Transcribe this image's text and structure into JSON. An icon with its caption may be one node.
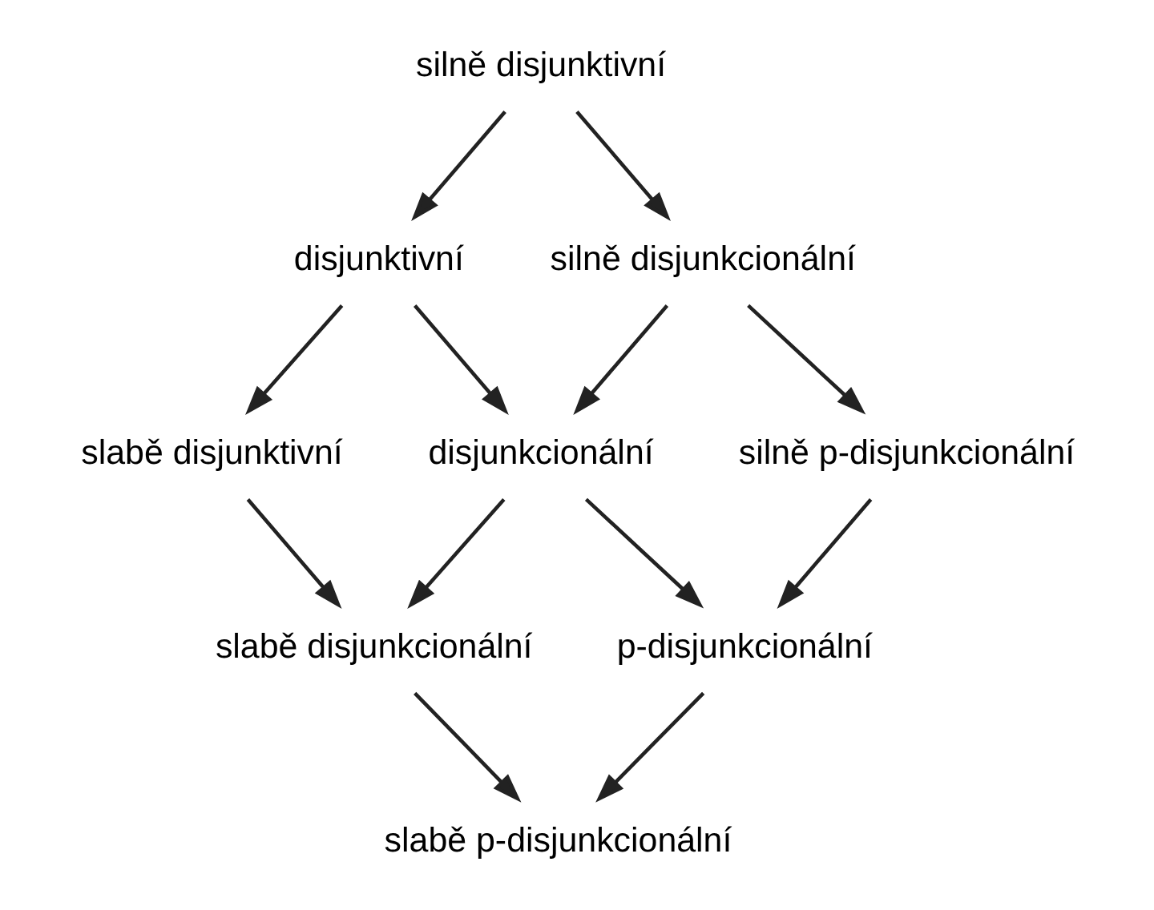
{
  "diagram": {
    "nodes": [
      {
        "text": [
          "silně disjunktivní"
        ]
      },
      {
        "text": [
          "disjunktivní"
        ]
      },
      {
        "text": [
          "silně disjunkcionální"
        ]
      },
      {
        "text": [
          "slabě disjunktivní"
        ]
      },
      {
        "text": [
          "disjunkcionální"
        ]
      },
      {
        "text": [
          "silně p-disjunkcionální"
        ]
      },
      {
        "text": [
          "slabě disjunkcionální"
        ]
      },
      {
        "text": [
          "p-disjunkcionální"
        ]
      },
      {
        "text": [
          "slabě p-disjunkcionální"
        ]
      }
    ],
    "edges": [
      {
        "from": 0,
        "to": 1,
        "arrow": "to"
      },
      {
        "from": 0,
        "to": 2,
        "arrow": "to"
      },
      {
        "from": 1,
        "to": 3,
        "arrow": "to"
      },
      {
        "from": 1,
        "to": 4,
        "arrow": "to"
      },
      {
        "from": 2,
        "to": 4,
        "arrow": "to"
      },
      {
        "from": 2,
        "to": 5,
        "arrow": "to"
      },
      {
        "from": 3,
        "to": 6,
        "arrow": "to"
      },
      {
        "from": 4,
        "to": 6,
        "arrow": "to"
      },
      {
        "from": 4,
        "to": 7,
        "arrow": "to"
      },
      {
        "from": 5,
        "to": 7,
        "arrow": "to"
      },
      {
        "from": 6,
        "to": 8,
        "arrow": "to"
      },
      {
        "from": 7,
        "to": 8,
        "arrow": "to"
      }
    ]
  }
}
